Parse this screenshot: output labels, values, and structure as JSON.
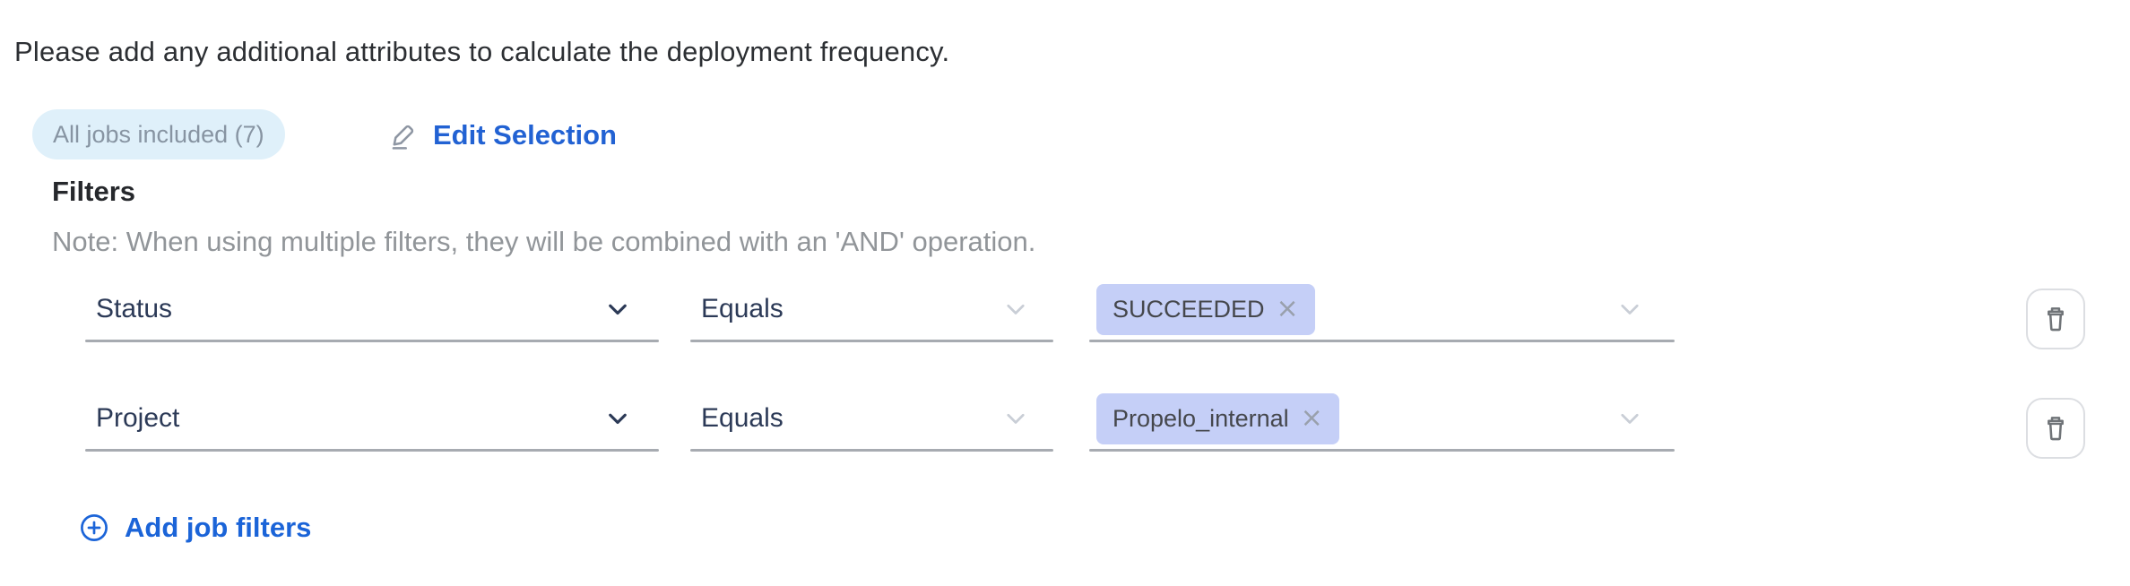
{
  "intro_text": "Please add any additional attributes to calculate the deployment frequency.",
  "jobs": {
    "badge_label": "All jobs included (7)",
    "edit_label": "Edit Selection"
  },
  "filters": {
    "heading": "Filters",
    "note": "Note: When using multiple filters, they will be combined with an 'AND' operation.",
    "rows": [
      {
        "field": "Status",
        "operator": "Equals",
        "value": "SUCCEEDED"
      },
      {
        "field": "Project",
        "operator": "Equals",
        "value": "Propelo_internal"
      }
    ],
    "add_label": "Add job filters"
  },
  "icons": {
    "edit": "pencil-underline",
    "chevron": "chevron-down",
    "remove_glyph": "×",
    "delete": "trash-can",
    "add": "plus-circle"
  },
  "colors": {
    "link_blue": "#2262d3",
    "add_blue": "#1b64d8",
    "badge_bg": "#dff0fa",
    "badge_text": "#8794a2",
    "tag_bg": "#c5cff7",
    "tag_text": "#45474c",
    "select_text": "#2c3a57",
    "underline": "#a7abb1",
    "note_text": "#919599",
    "heading_text": "#26282c"
  }
}
